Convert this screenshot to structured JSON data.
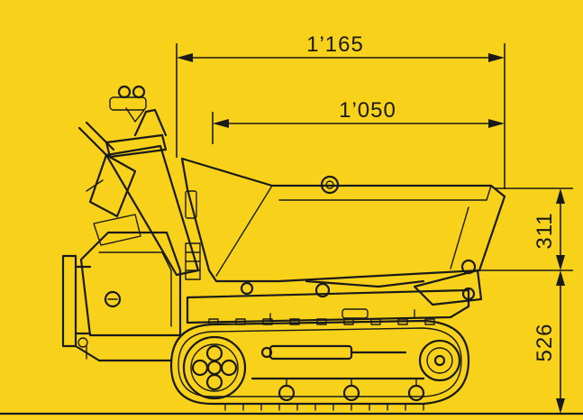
{
  "diagram": {
    "background_color": "#F8D21A",
    "line_color": "#1A1A1A",
    "dimensions": {
      "overall_length": "1’165",
      "bucket_length": "1’050",
      "bucket_height": "311",
      "loading_height": "526"
    }
  }
}
